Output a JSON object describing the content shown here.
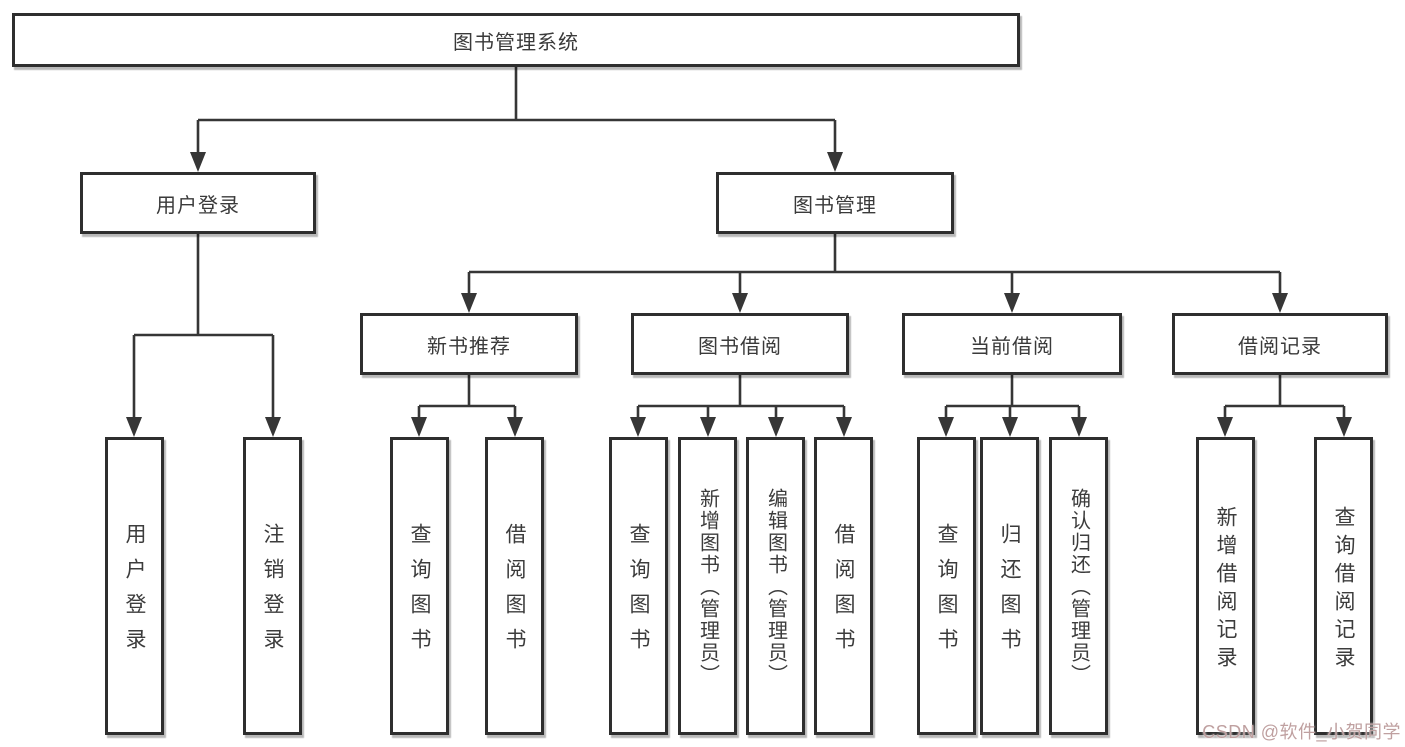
{
  "diagram": {
    "tree": {
      "label": "图书管理系统",
      "children": [
        {
          "label": "用户登录",
          "children": [
            {
              "label": "用户登录"
            },
            {
              "label": "注销登录"
            }
          ]
        },
        {
          "label": "图书管理",
          "children": [
            {
              "label": "新书推荐",
              "children": [
                {
                  "label": "查询图书"
                },
                {
                  "label": "借阅图书"
                }
              ]
            },
            {
              "label": "图书借阅",
              "children": [
                {
                  "label": "查询图书"
                },
                {
                  "label": "新增图书（管理员）"
                },
                {
                  "label": "编辑图书（管理员）"
                },
                {
                  "label": "借阅图书"
                }
              ]
            },
            {
              "label": "当前借阅",
              "children": [
                {
                  "label": "查询图书"
                },
                {
                  "label": "归还图书"
                },
                {
                  "label": "确认归还（管理员）"
                }
              ]
            },
            {
              "label": "借阅记录",
              "children": [
                {
                  "label": "新增借阅记录"
                },
                {
                  "label": "查询借阅记录"
                }
              ]
            }
          ]
        }
      ]
    },
    "line_color": "#363636",
    "box_border_color": "#2e2e2e",
    "box_fill_color": "#ffffff"
  },
  "watermark": {
    "text": "CSDN @软件_小贺同学",
    "color": "#bfa0a0"
  }
}
